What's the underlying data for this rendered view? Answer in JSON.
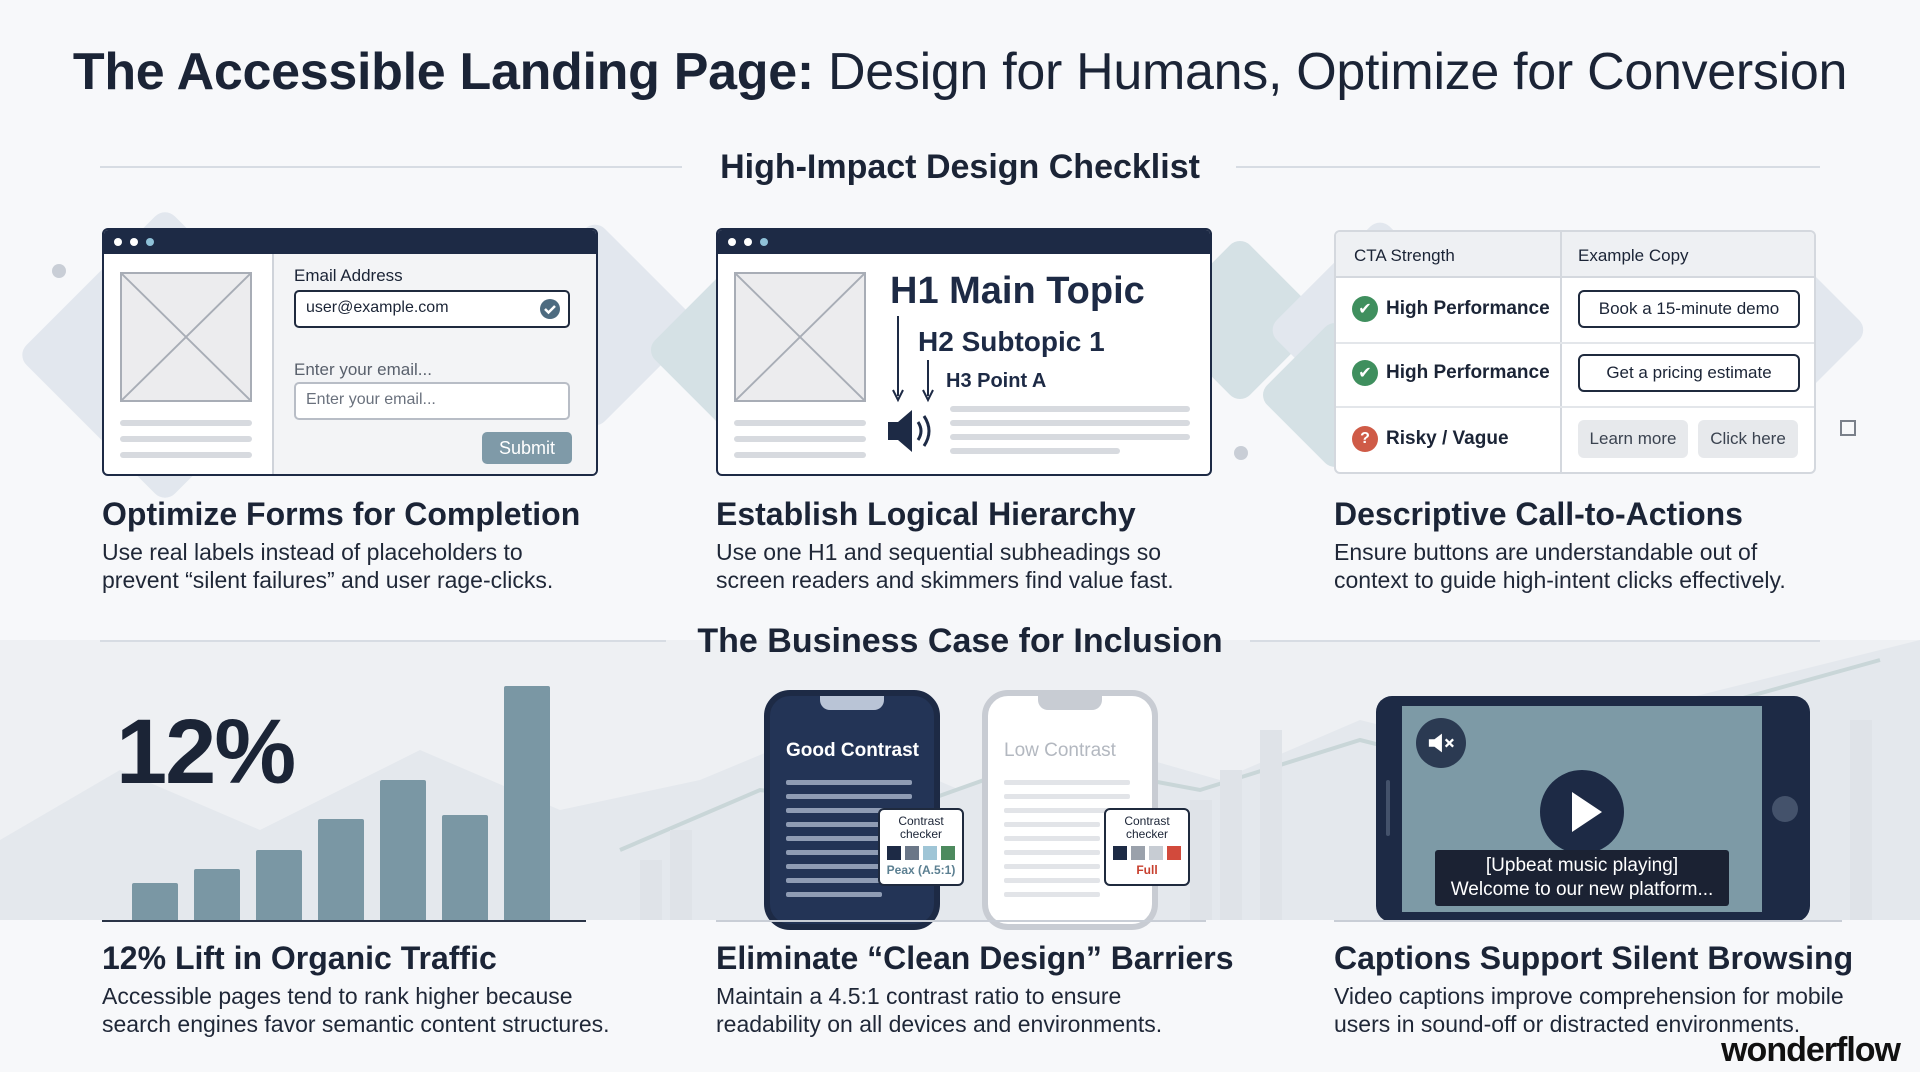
{
  "title": {
    "lead": "The Accessible Landing Page:",
    "rest": " Design for Humans, Optimize for Conversion"
  },
  "sections": {
    "checklist": "High-Impact Design Checklist",
    "business": "The Business Case for Inclusion"
  },
  "cards": {
    "forms": {
      "title": "Optimize Forms for Completion",
      "desc_line1": "Use real labels instead of placeholders to",
      "desc_line2": "prevent “silent failures” and user rage-clicks.",
      "mock": {
        "email_label": "Email Address",
        "email_value": "user@example.com",
        "placeholder_label": "Enter your email...",
        "placeholder_field": "Enter your email...",
        "submit": "Submit"
      }
    },
    "hierarchy": {
      "title": "Establish Logical Hierarchy",
      "desc_line1": "Use one H1 and sequential subheadings so",
      "desc_line2": "screen readers and skimmers find value fast.",
      "mock": {
        "h1": "H1 Main Topic",
        "h2": "H2 Subtopic 1",
        "h3": "H3 Point A"
      }
    },
    "cta": {
      "title": "Descriptive Call-to-Actions",
      "desc_line1": "Ensure buttons are understandable out of",
      "desc_line2": "context to guide high-intent clicks effectively.",
      "table": {
        "col1": "CTA Strength",
        "col2": "Example Copy",
        "rows": [
          {
            "strength": "High Performance",
            "example": "Book a 15-minute demo"
          },
          {
            "strength": "High Performance",
            "example": "Get a pricing estimate"
          },
          {
            "strength": "Risky / Vague",
            "examples": [
              "Learn more",
              "Click here"
            ]
          }
        ]
      }
    },
    "traffic": {
      "stat": "12%",
      "title": "12% Lift in Organic Traffic",
      "desc_line1": "Accessible pages tend to rank higher because",
      "desc_line2": "search engines favor semantic content structures.",
      "bars": [
        0.16,
        0.22,
        0.3,
        0.43,
        0.6,
        0.45,
        1.0
      ]
    },
    "contrast": {
      "title": "Eliminate “Clean Design” Barriers",
      "desc_line1": "Maintain a 4.5:1 contrast ratio to ensure",
      "desc_line2": "readability on all devices and environments.",
      "good_label": "Good Contrast",
      "low_label": "Low Contrast",
      "checker_label_1": "Contrast",
      "checker_label_2": "checker",
      "good_result": "Peax (A.5:1)",
      "low_result": "Full"
    },
    "captions": {
      "title": "Captions Support Silent Browsing",
      "desc_line1": "Video captions improve comprehension for mobile",
      "desc_line2": "users in sound-off or distracted environments.",
      "caption_line1": "[Upbeat music playing]",
      "caption_line2": "Welcome to our new platform..."
    }
  },
  "logo": "wonderflow"
}
